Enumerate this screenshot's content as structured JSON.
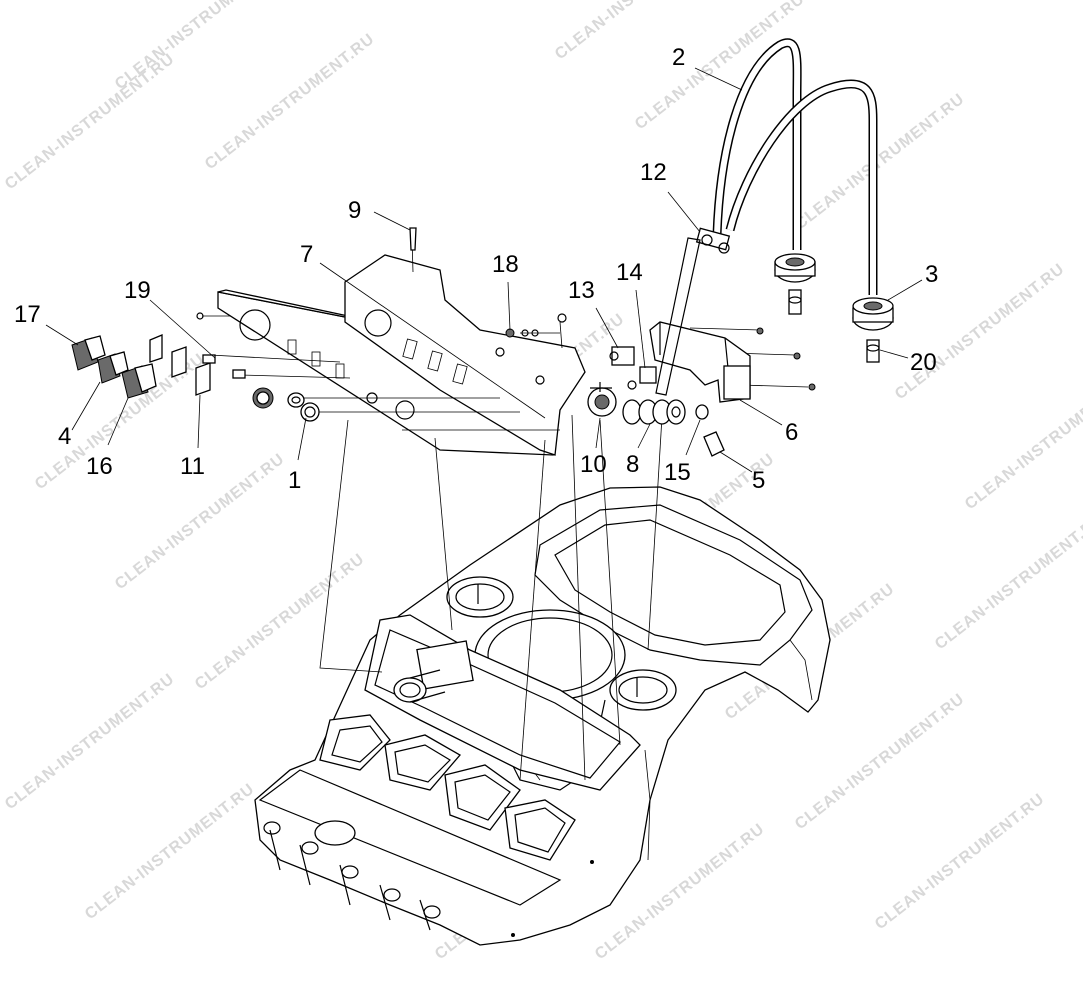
{
  "watermark": "CLEAN-INSTRUMENT.RU",
  "callouts": [
    {
      "id": "c1",
      "label": "1"
    },
    {
      "id": "c2",
      "label": "2"
    },
    {
      "id": "c3",
      "label": "3"
    },
    {
      "id": "c4",
      "label": "4"
    },
    {
      "id": "c5",
      "label": "5"
    },
    {
      "id": "c6",
      "label": "6"
    },
    {
      "id": "c7",
      "label": "7"
    },
    {
      "id": "c8",
      "label": "8"
    },
    {
      "id": "c9",
      "label": "9"
    },
    {
      "id": "c10",
      "label": "10"
    },
    {
      "id": "c11",
      "label": "11"
    },
    {
      "id": "c12",
      "label": "12"
    },
    {
      "id": "c13",
      "label": "13"
    },
    {
      "id": "c14",
      "label": "14"
    },
    {
      "id": "c15",
      "label": "15"
    },
    {
      "id": "c16",
      "label": "16"
    },
    {
      "id": "c17",
      "label": "17"
    },
    {
      "id": "c18",
      "label": "18"
    },
    {
      "id": "c19",
      "label": "19"
    },
    {
      "id": "c20",
      "label": "20"
    }
  ]
}
